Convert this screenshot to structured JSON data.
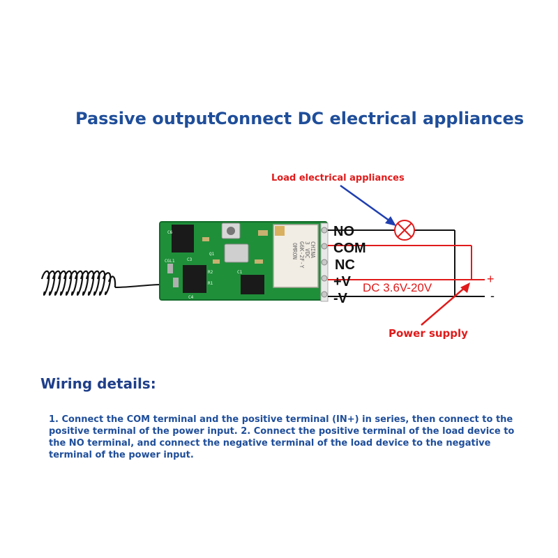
{
  "title": {
    "left": "Passive output",
    "right": "Connect DC electrical appliances"
  },
  "diagram": {
    "load_label": "Load electrical appliances",
    "power_label": "Power supply",
    "terminals": [
      "NO",
      "COM",
      "NC",
      "+V",
      "-V"
    ],
    "voltage": "DC 3.6V-20V",
    "plus_sign": "+",
    "minus_sign": "-",
    "relay_text": [
      "OMRON",
      "G6K-2F-Y",
      "3",
      "VDC",
      "CHINA"
    ],
    "pcb_labels": [
      "C6",
      "CGL1",
      "C3",
      "C1",
      "R2",
      "Q1",
      "R1",
      "C4"
    ]
  },
  "wiring": {
    "heading": "Wiring details:",
    "text": "1. Connect the COM terminal and the positive terminal (IN+) in series, then connect to the positive terminal of the power input. 2. Connect the positive terminal of the load device to the NO terminal, and connect the negative terminal of the load device to the negative terminal of the power input."
  },
  "colors": {
    "title_blue": "#1f4e9a",
    "label_red": "#e01a1a",
    "pcb_green": "#1f8f3a",
    "wire_black": "#111111"
  },
  "icons": {
    "load": "lamp-cross-icon",
    "antenna": "coiled-antenna-icon"
  }
}
